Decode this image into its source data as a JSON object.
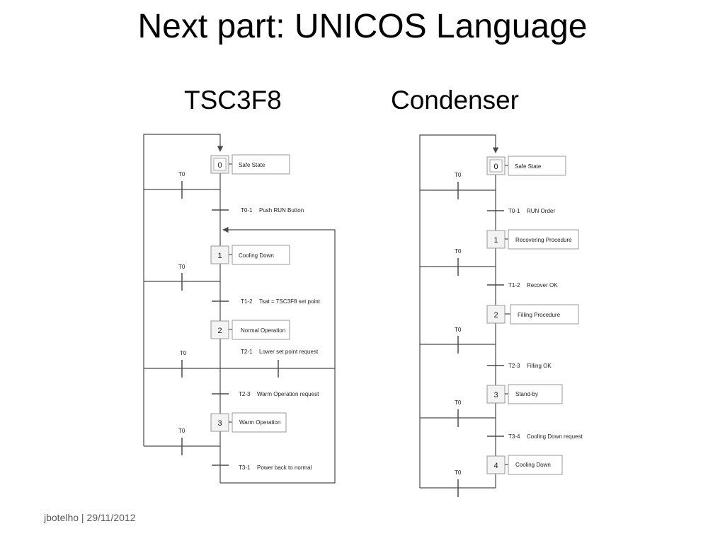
{
  "slide": {
    "title": "Next part: UNICOS Language",
    "footer": "jbotelho | 29/11/2012"
  },
  "diagrams": [
    {
      "title": "TSC3F8",
      "steps": [
        {
          "num": "0",
          "label": "Safe State"
        },
        {
          "num": "1",
          "label": "Cooling Down"
        },
        {
          "num": "2",
          "label": "Normal Operation"
        },
        {
          "num": "3",
          "label": "Warm Operation"
        }
      ],
      "transitions": [
        {
          "id": "T0-1",
          "label": "Push RUN Button"
        },
        {
          "id": "T1-2",
          "label": "Tsat = TSC3F8 set point"
        },
        {
          "id": "T2-1",
          "label": "Lower set point request"
        },
        {
          "id": "T2-3",
          "label": "Warm Operation request"
        },
        {
          "id": "T3-1",
          "label": "Power back to normal"
        }
      ],
      "t0_labels": [
        "T0",
        "T0",
        "T0",
        "T0"
      ]
    },
    {
      "title": "Condenser",
      "steps": [
        {
          "num": "0",
          "label": "Safe State"
        },
        {
          "num": "1",
          "label": "Recovering Procedure"
        },
        {
          "num": "2",
          "label": "Filling  Procedure"
        },
        {
          "num": "3",
          "label": "Stand-by"
        },
        {
          "num": "4",
          "label": "Cooling Down"
        }
      ],
      "transitions": [
        {
          "id": "T0-1",
          "label": "RUN Order"
        },
        {
          "id": "T1-2",
          "label": "Recover OK"
        },
        {
          "id": "T2-3",
          "label": "Filling OK"
        },
        {
          "id": "T3-4",
          "label": "Cooling Down request"
        }
      ],
      "t0_labels": [
        "T0",
        "T0",
        "T0",
        "T0",
        "T0"
      ]
    }
  ]
}
